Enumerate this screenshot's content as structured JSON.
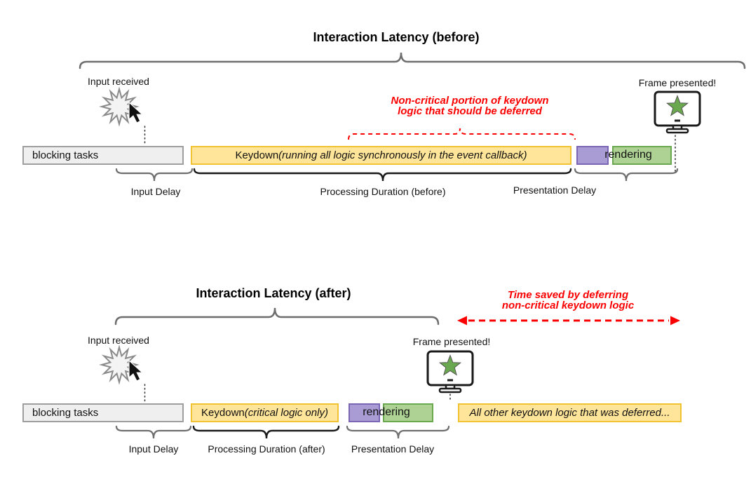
{
  "colors": {
    "yellow_fill": "#ffe599",
    "yellow_border": "#f1c232",
    "gray_fill": "#efefef",
    "gray_border": "#9e9e9e",
    "purple_fill": "#a99bd3",
    "purple_border": "#7a66b5",
    "green_fill": "#aed194",
    "green_border": "#6aa84f",
    "star_green": "#6aa84f",
    "red": "#fb0000",
    "brace_gray": "#6e6e6e",
    "brace_dark": "#1a1a1a"
  },
  "before": {
    "title": "Interaction Latency (before)",
    "input_received": "Input received",
    "frame_presented": "Frame presented!",
    "note_line1": "Non-critical portion of keydown",
    "note_line2": "logic that should be deferred",
    "bars": {
      "blocking": "blocking tasks",
      "keydown_normal": "Keydown ",
      "keydown_italic": "(running all logic synchronously in the event callback)",
      "rendering": "rendering"
    },
    "measures": {
      "input_delay": "Input Delay",
      "processing": "Processing Duration (before)",
      "presentation": "Presentation Delay"
    }
  },
  "after": {
    "title": "Interaction Latency (after)",
    "note_line1": "Time saved by deferring",
    "note_line2": "non-critical keydown logic",
    "input_received": "Input received",
    "frame_presented": "Frame presented!",
    "bars": {
      "blocking": "blocking tasks",
      "keydown_normal": "Keydown ",
      "keydown_italic": "(critical logic only)",
      "rendering": "rendering",
      "deferred": "All other keydown logic that was deferred..."
    },
    "measures": {
      "input_delay": "Input Delay",
      "processing": "Processing Duration (after)",
      "presentation": "Presentation Delay"
    }
  }
}
